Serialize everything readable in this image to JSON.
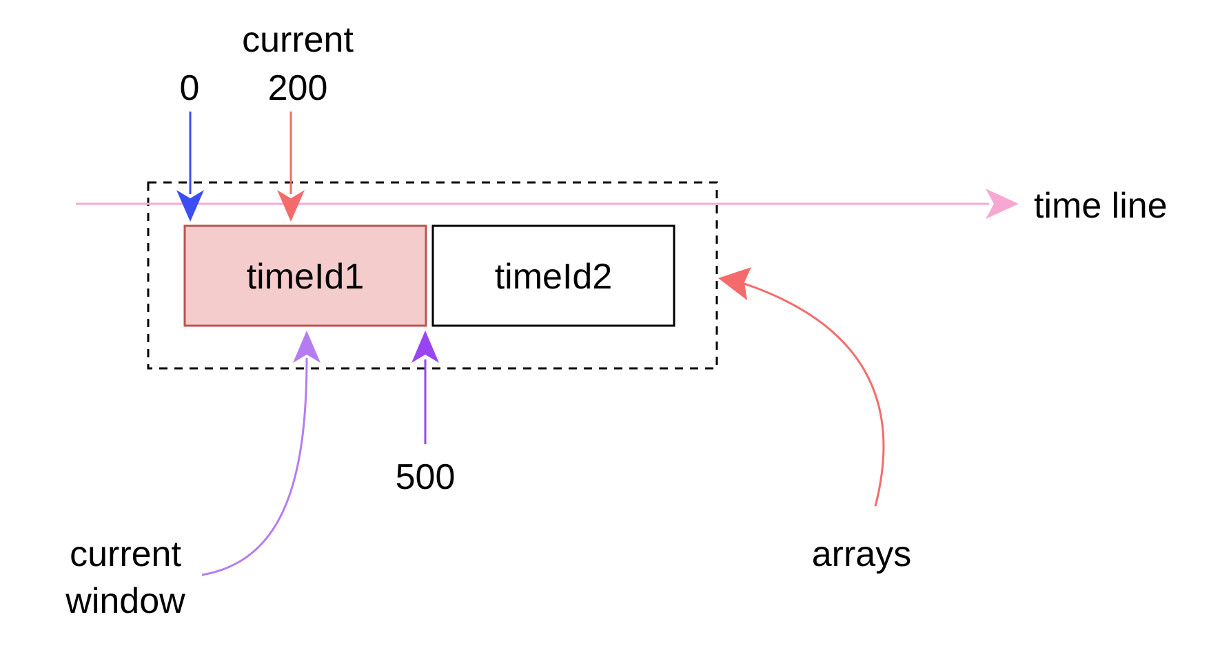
{
  "labels": {
    "start_value": "0",
    "current_title": "current",
    "current_value": "200",
    "end_value": "500",
    "timeline": "time line",
    "window_line1": "current",
    "window_line2": "window",
    "arrays": "arrays"
  },
  "blocks": [
    {
      "label": "timeId1",
      "highlighted": true
    },
    {
      "label": "timeId2",
      "highlighted": false
    }
  ],
  "colors": {
    "timeline": "#f7a8d2",
    "start_marker": "#3d4df5",
    "current_marker": "#f56b6b",
    "end_marker": "#9a45f5",
    "window_arrow": "#b57cf2",
    "arrays_arrow": "#f56b6b",
    "highlight_fill": "#f5cccc",
    "highlight_stroke": "#b85450",
    "block_stroke": "#000000",
    "container_stroke": "#000000"
  }
}
